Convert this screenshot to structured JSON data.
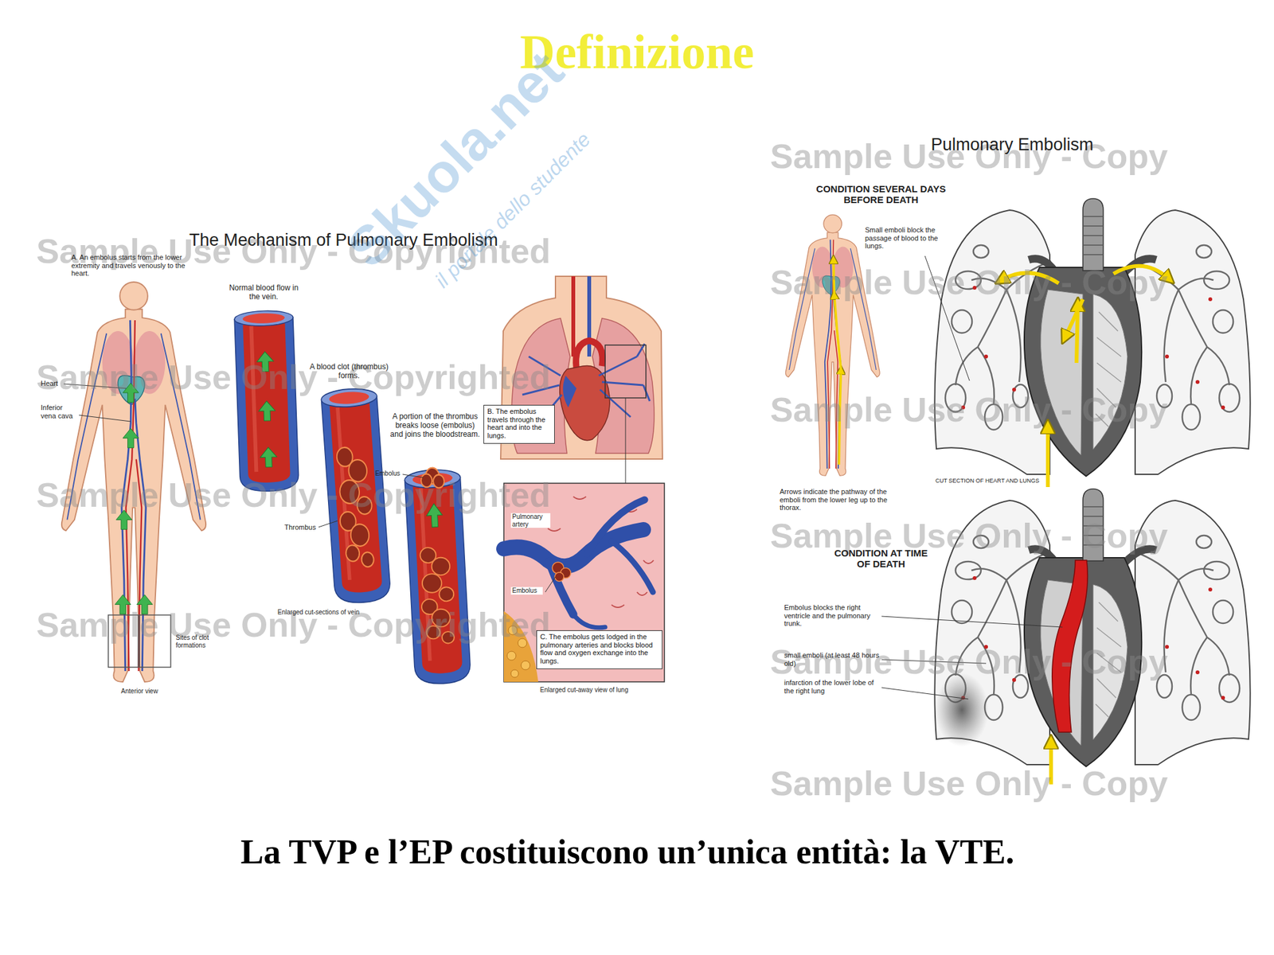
{
  "diagram": {
    "title": "Definizione",
    "caption": "La TVP e l’EP costituiscono un’unica entità: la VTE.",
    "nodes": [
      {
        "text": [
          "B. The embolus travels through the heart and into the lungs."
        ]
      },
      {
        "text": [
          "C. The embolus gets lodged in the pulmonary arteries and blocks blood flow and oxygen exchange into the lungs."
        ]
      }
    ],
    "labels": [
      "The Mechanism of Pulmonary Embolism",
      "A. An embolus starts from the lower extremity and travels venously to the heart.",
      "Heart",
      "Inferior vena cava",
      "Sites of clot formations",
      "Anterior view",
      "Normal blood flow in the vein.",
      "A blood clot (thrombus) forms.",
      "Thrombus",
      "A portion of the thrombus breaks loose (embolus) and joins the bloodstream.",
      "Embolus",
      "Enlarged cut-sections of vein",
      "Pulmonary artery",
      "Embolus",
      "Enlarged cut-away view of lung",
      "Pulmonary Embolism",
      "CONDITION SEVERAL DAYS BEFORE DEATH",
      "Small emboli block the passage of blood to the lungs.",
      "Arrows indicate the pathway of the emboli from the lower leg up to the thorax.",
      "CUT SECTION OF HEART AND LUNGS",
      "CONDITION AT TIME OF DEATH",
      "Embolus blocks the right ventricle and the pulmonary trunk.",
      "small emboli (at least 48 hours old)",
      "infarction of the lower lobe of the right lung",
      "Skuola.net",
      "il portale dello studente",
      "Sample Use Only - Copyrighted",
      "Sample Use Only - Copyrighted",
      "Sample Use Only - Copyrighted",
      "Sample Use Only - Copyrighted",
      "Sample Use Only - Copy",
      "Sample Use Only - Copy",
      "Sample Use Only - Copy",
      "Sample Use Only - Copy",
      "Sample Use Only - Copy",
      "Sample Use Only - Copy"
    ]
  }
}
